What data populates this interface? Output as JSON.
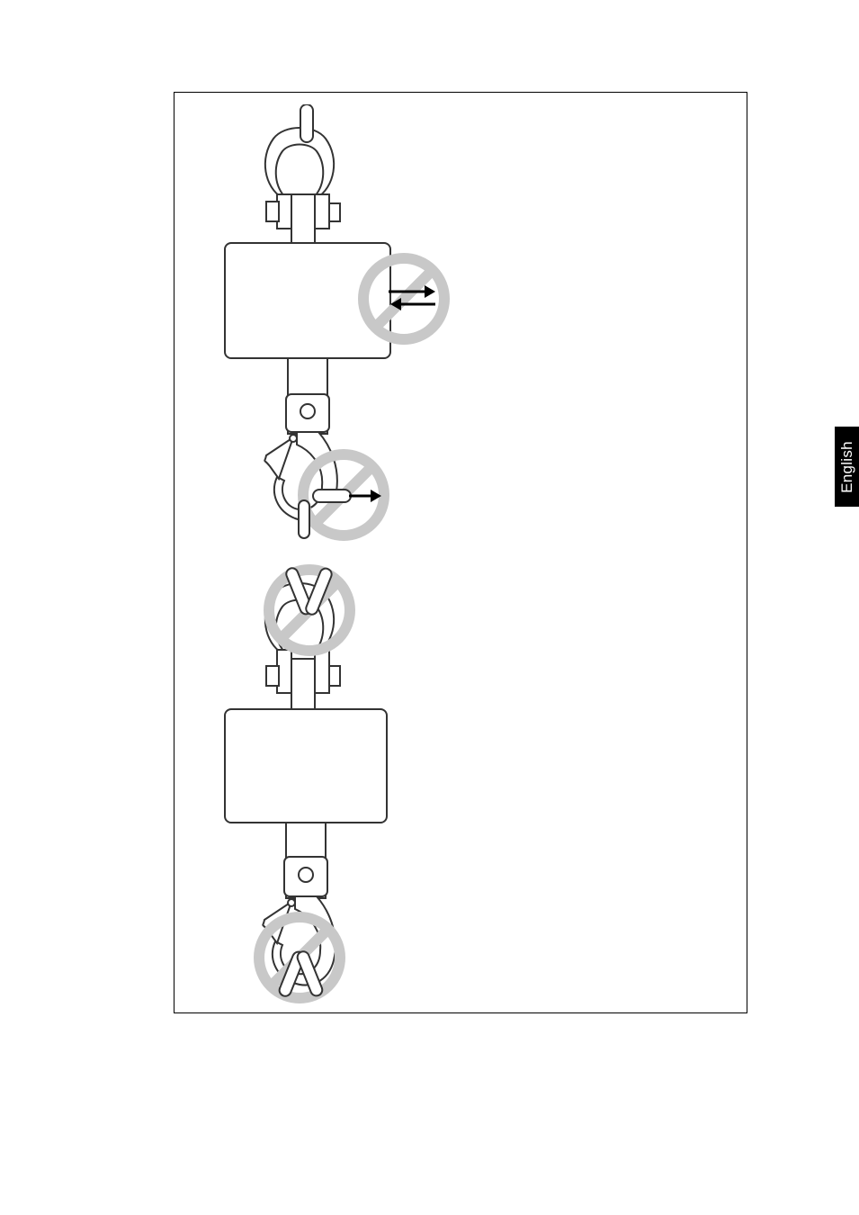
{
  "language_tab": {
    "label": "English"
  },
  "illustrations": [
    {
      "id": "top",
      "icons": [
        "shackle-icon",
        "scale-body-icon",
        "hook-icon",
        "prohibited-icon",
        "arrow-left-icon",
        "arrow-right-icon"
      ]
    },
    {
      "id": "bottom",
      "icons": [
        "shackle-icon",
        "scale-body-icon",
        "hook-icon",
        "prohibited-icon"
      ]
    }
  ],
  "colors": {
    "frame": "#000000",
    "line": "#333333",
    "prohibited": "#c8c8c8",
    "tab_bg": "#000000",
    "tab_text": "#ffffff"
  }
}
